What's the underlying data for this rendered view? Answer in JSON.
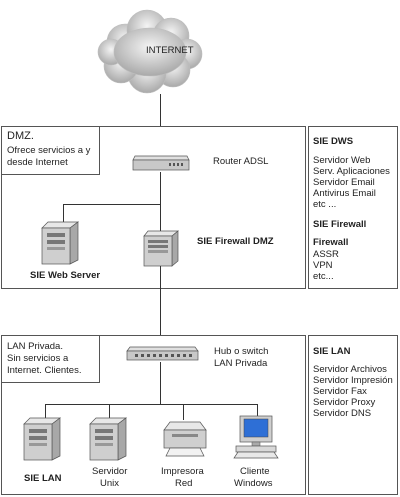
{
  "cloud": {
    "label": "INTERNET"
  },
  "dmz": {
    "title": "DMZ.",
    "description": [
      "Ofrece servicios a y",
      "desde Internet"
    ],
    "router_label": "Router ADSL",
    "web_server_label": "SIE Web Server",
    "firewall_label": "SIE Firewall DMZ"
  },
  "dmz_panel": {
    "title1": "SIE DWS",
    "items1": [
      "Servidor Web",
      "Serv. Aplicaciones",
      "Servidor Email",
      "Antivirus Email",
      "etc ..."
    ],
    "title2": "SIE Firewall",
    "title3": "Firewall",
    "items3": [
      "ASSR",
      "VPN",
      "etc..."
    ]
  },
  "lan": {
    "description": [
      "LAN Privada.",
      "Sin servicios a",
      "Internet. Clientes."
    ],
    "hub_label": [
      "Hub o switch",
      "LAN Privada"
    ],
    "devices": [
      {
        "label": [
          "SIE LAN"
        ],
        "bold": true
      },
      {
        "label": [
          "Servidor",
          "Unix"
        ],
        "bold": false
      },
      {
        "label": [
          "Impresora",
          "Red"
        ],
        "bold": false
      },
      {
        "label": [
          "Cliente",
          "Windows"
        ],
        "bold": false
      }
    ]
  },
  "lan_panel": {
    "title": "SIE LAN",
    "items": [
      "Servidor Archivos",
      "Servidor Impresión",
      "Servidor Fax",
      "Servidor Proxy",
      "Servidor DNS"
    ]
  },
  "colors": {
    "border": "#555555",
    "line": "#333333",
    "device_fill": "#c8c8c8",
    "cloud": "#c8c8c8"
  }
}
